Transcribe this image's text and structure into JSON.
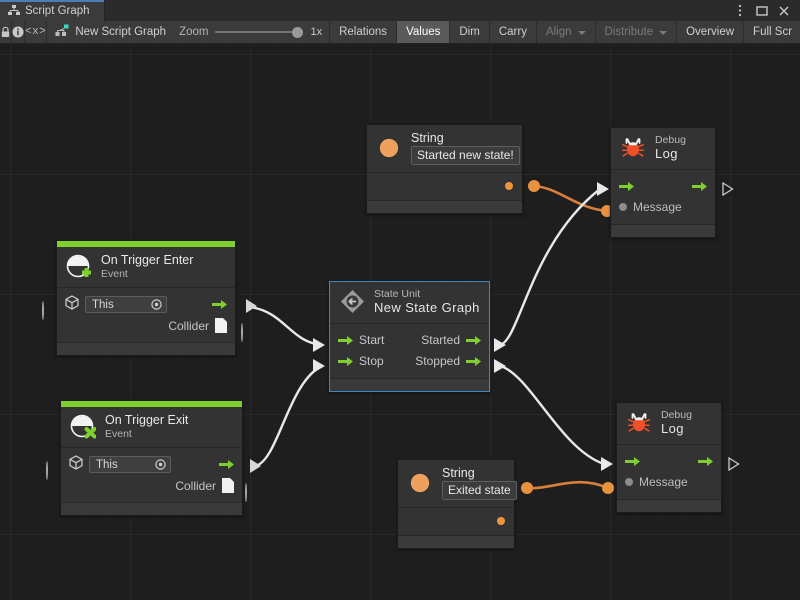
{
  "window": {
    "tab_label": "Script Graph",
    "tab_icon": "script-graph-icon",
    "controls": [
      {
        "name": "more-options-icon",
        "glyph": "kebab"
      },
      {
        "name": "maximize-icon",
        "glyph": "square"
      },
      {
        "name": "close-icon",
        "glyph": "cross"
      }
    ]
  },
  "toolbar": {
    "lock_icon": "lock-icon",
    "info_icon": "info-icon",
    "code_label": "<x>",
    "graph_name": "New Script Graph",
    "graph_icon": "graph-node-icon",
    "zoom_label": "Zoom",
    "zoom_value": "1x",
    "buttons": [
      {
        "label": "Relations",
        "state": "normal",
        "dropdown": false
      },
      {
        "label": "Values",
        "state": "active",
        "dropdown": false
      },
      {
        "label": "Dim",
        "state": "normal",
        "dropdown": false
      },
      {
        "label": "Carry",
        "state": "normal",
        "dropdown": false
      },
      {
        "label": "Align",
        "state": "disabled",
        "dropdown": true
      },
      {
        "label": "Distribute",
        "state": "disabled",
        "dropdown": true
      },
      {
        "label": "Overview",
        "state": "normal",
        "dropdown": false
      },
      {
        "label": "Full Scr",
        "state": "normal",
        "dropdown": false
      }
    ]
  },
  "colors": {
    "accent_event": "#7fd02f",
    "flow_port": "#7fd02f",
    "value_port": "#f0933f",
    "selection": "#3b89c4",
    "canvas_bg": "#1e1e1e",
    "node_bg": "#333333"
  },
  "nodes": {
    "string_top": {
      "title": "String",
      "icon": "string-value-icon",
      "value": "Started new state!"
    },
    "debug_log_top": {
      "title": "Debug",
      "subtitle": "Log",
      "icon": "bug-icon",
      "input_flow": "flow-in",
      "output_flow": "flow-out",
      "message_label": "Message"
    },
    "on_trigger_enter": {
      "title": "On Trigger Enter",
      "subtitle": "Event",
      "icon": "on-trigger-enter-icon",
      "target_value": "This",
      "collider_label": "Collider"
    },
    "on_trigger_exit": {
      "title": "On Trigger Exit",
      "subtitle": "Event",
      "icon": "on-trigger-exit-icon",
      "target_value": "This",
      "collider_label": "Collider"
    },
    "state_unit": {
      "title": "State Unit",
      "subtitle": "New State Graph",
      "icon": "state-unit-icon",
      "selected": true,
      "in_start": "Start",
      "in_stop": "Stop",
      "out_started": "Started",
      "out_stopped": "Stopped"
    },
    "string_bottom": {
      "title": "String",
      "icon": "string-value-icon",
      "value": "Exited state"
    },
    "debug_log_bottom": {
      "title": "Debug",
      "subtitle": "Log",
      "icon": "bug-icon",
      "input_flow": "flow-in",
      "output_flow": "flow-out",
      "message_label": "Message"
    }
  }
}
